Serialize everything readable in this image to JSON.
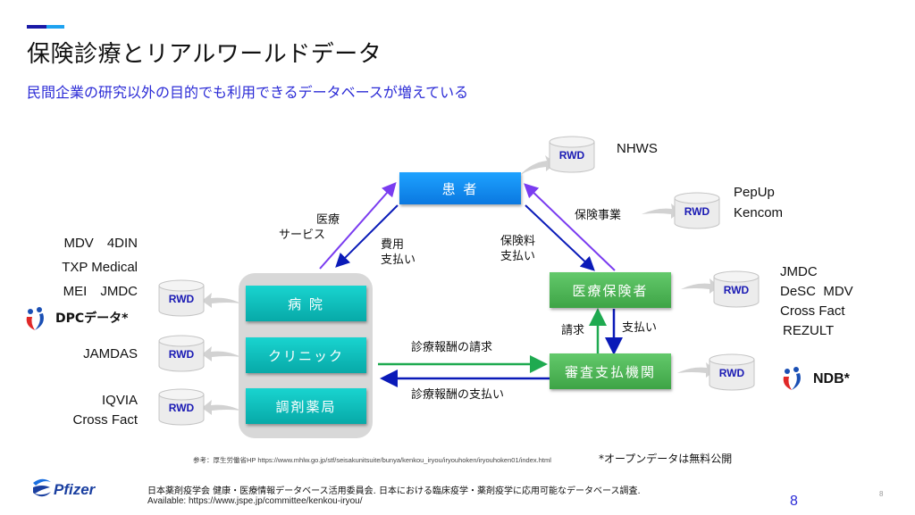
{
  "header": {
    "title": "保険診療とリアルワールドデータ",
    "subtitle": "民間企業の研究以外の目的でも利用できるデータベースが増えている"
  },
  "colors": {
    "accent_dark": "#1a1aa6",
    "accent_light": "#1ea2f0",
    "patient_box": "#0a8cf0",
    "insurer_box": "#4fb857",
    "provider_box": "#0fbfbd",
    "arrow_purple": "#7a3cf0",
    "arrow_blue": "#0a1ab8",
    "arrow_green": "#1faa50",
    "rwd_text": "#1a1ab4"
  },
  "diagram": {
    "patient": "患 者",
    "insurer": "医療保険者",
    "review_org": "審査支払機関",
    "providers": [
      "病 院",
      "クリニック",
      "調剤薬局"
    ],
    "rwd_label": "RWD",
    "flows": {
      "medical_service": [
        "医療",
        "サービス"
      ],
      "cost_payment": [
        "費用",
        "支払い"
      ],
      "premium_payment": [
        "保険料",
        "支払い"
      ],
      "insurance_business": "保険事業",
      "claim": "請求",
      "payment": "支払い",
      "fee_claim": "診療報酬の請求",
      "fee_payment": "診療報酬の支払い"
    }
  },
  "sources": {
    "patient": [
      "NHWS"
    ],
    "insurance_business": [
      "PepUp",
      "Kencom"
    ],
    "hospital": [
      "MDV　4DIN",
      "TXP Medical",
      "MEI　JMDC"
    ],
    "hospital_open": "DPCデータ*",
    "clinic": [
      "JAMDAS"
    ],
    "pharmacy": [
      "IQVIA",
      "Cross Fact"
    ],
    "insurer": [
      "JMDC",
      "DeSC  MDV",
      "Cross Fact",
      "REZULT"
    ],
    "review_open": "NDB*"
  },
  "footer": {
    "reference": "参考：厚生労働省HP https://www.mhlw.go.jp/stf/seisakunitsuite/bunya/kenkou_iryou/iryouhoken/iryouhoken01/index.html",
    "open_data_note": "*オープンデータは無料公開",
    "citation": "日本薬剤疫学会 健康・医療情報データベース活用委員会. 日本における臨床疫学・薬剤疫学に応用可能なデータベース調査.",
    "citation_url": "Available: https://www.jspe.jp/committee/kenkou-iryou/",
    "logo_text": "Pfizer",
    "page_number": "8",
    "page_number_small": "8"
  }
}
